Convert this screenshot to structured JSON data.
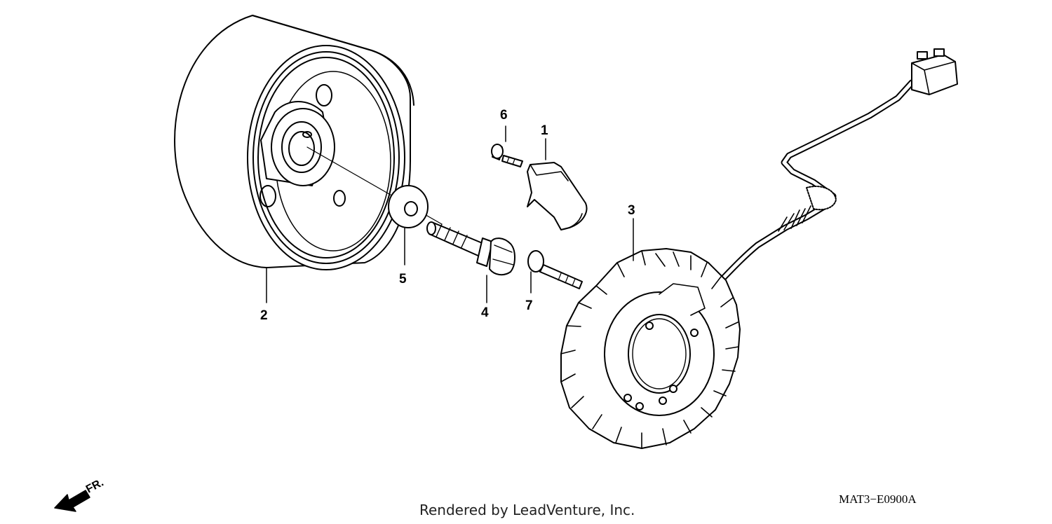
{
  "callouts": [
    {
      "id": "1",
      "label": "1"
    },
    {
      "id": "2",
      "label": "2"
    },
    {
      "id": "3",
      "label": "3"
    },
    {
      "id": "4",
      "label": "4"
    },
    {
      "id": "5",
      "label": "5"
    },
    {
      "id": "6",
      "label": "6"
    },
    {
      "id": "7",
      "label": "7"
    }
  ],
  "direction_label": "FR.",
  "diagram_code": "MAT3−E0900A",
  "credit": "Rendered by LeadVenture, Inc."
}
